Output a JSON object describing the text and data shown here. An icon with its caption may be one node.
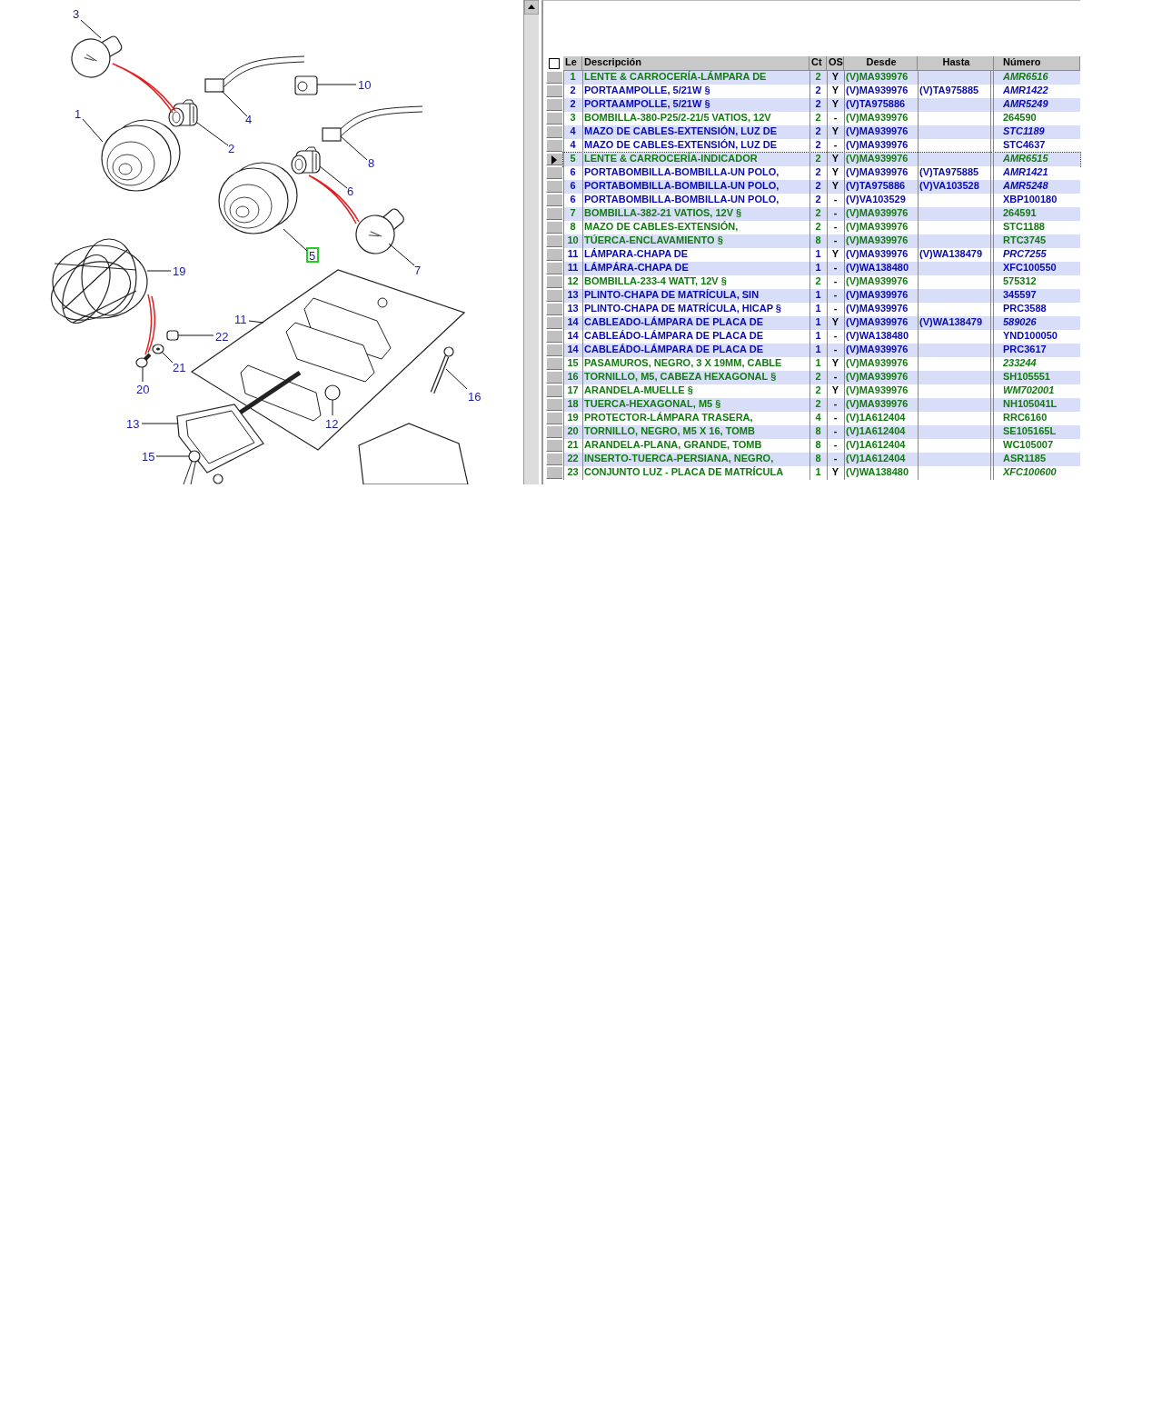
{
  "diagram": {
    "nodes": [
      {
        "text": [
          "3"
        ]
      },
      {
        "text": [],
        "shape": "picture"
      },
      {
        "text": [
          "1"
        ]
      },
      {
        "text": [],
        "shape": "picture"
      },
      {
        "text": [
          "4"
        ]
      },
      {
        "text": [],
        "shape": "picture"
      },
      {
        "text": [
          "2"
        ]
      },
      {
        "text": [],
        "shape": "picture"
      },
      {
        "text": [
          "10"
        ]
      },
      {
        "text": [],
        "shape": "picture"
      },
      {
        "text": [
          "8"
        ]
      },
      {
        "text": [],
        "shape": "picture"
      },
      {
        "text": [
          "6"
        ]
      },
      {
        "text": [],
        "shape": "picture"
      },
      {
        "text": [
          "5"
        ]
      },
      {
        "text": [],
        "shape": "picture"
      },
      {
        "text": [
          "7"
        ]
      },
      {
        "text": [],
        "shape": "picture"
      },
      {
        "text": [
          "19"
        ]
      },
      {
        "text": [],
        "shape": "picture"
      },
      {
        "text": [
          "11"
        ]
      },
      {
        "text": [],
        "shape": "picture"
      },
      {
        "text": [
          "22"
        ]
      },
      {
        "text": [],
        "shape": "picture"
      },
      {
        "text": [
          "21"
        ]
      },
      {
        "text": [],
        "shape": "picture"
      },
      {
        "text": [
          "20"
        ]
      },
      {
        "text": [],
        "shape": "picture"
      },
      {
        "text": [
          "16"
        ]
      },
      {
        "text": [],
        "shape": "picture"
      },
      {
        "text": [
          "12"
        ],
        "in": 21
      },
      {
        "text": [],
        "shape": "picture",
        "in": 21
      },
      {
        "text": [
          "13"
        ]
      },
      {
        "text": [],
        "shape": "picture"
      },
      {
        "text": [
          "15"
        ]
      },
      {
        "text": [],
        "shape": "picture"
      }
    ],
    "edges": [
      {
        "from": 0,
        "to": 1,
        "arrow": "none"
      },
      {
        "from": 2,
        "to": 3,
        "arrow": "none"
      },
      {
        "from": 4,
        "to": 5,
        "arrow": "none"
      },
      {
        "from": 6,
        "to": 7,
        "arrow": "none"
      },
      {
        "from": 8,
        "to": 9,
        "arrow": "none"
      },
      {
        "from": 10,
        "to": 11,
        "arrow": "none"
      },
      {
        "from": 12,
        "to": 13,
        "arrow": "none"
      },
      {
        "from": 14,
        "to": 15,
        "arrow": "none"
      },
      {
        "from": 16,
        "to": 17,
        "arrow": "none"
      },
      {
        "from": 18,
        "to": 19,
        "arrow": "none"
      },
      {
        "from": 20,
        "to": 21,
        "arrow": "none"
      },
      {
        "from": 22,
        "to": 23,
        "arrow": "none"
      },
      {
        "from": 24,
        "to": 25,
        "arrow": "none"
      },
      {
        "from": 26,
        "to": 27,
        "arrow": "none"
      },
      {
        "from": 28,
        "to": 29,
        "arrow": "none"
      },
      {
        "from": 30,
        "to": 31,
        "arrow": "none"
      },
      {
        "from": 32,
        "to": 33,
        "arrow": "none"
      },
      {
        "from": 34,
        "to": 35,
        "arrow": "none"
      },
      {
        "from": 1,
        "to": 7,
        "arrow": "none",
        "color": "#e02020"
      },
      {
        "from": 13,
        "to": 17,
        "arrow": "none",
        "color": "#e02020"
      },
      {
        "from": 19,
        "to": 27,
        "arrow": "none",
        "color": "#e02020"
      }
    ],
    "labels": [
      "Le",
      "Descripción",
      "Ct",
      "OS",
      "Desde",
      "Hasta",
      "Número",
      "1",
      "LENTE & CARROCERÍA-LÁMPARA DE",
      "2",
      "Y",
      "(V)MA939976",
      "AMR6516",
      "2",
      "PORTAAMPOLLE, 5/21W §",
      "2",
      "Y",
      "(V)MA939976",
      "(V)TA975885",
      "AMR1422",
      "2",
      "PORTAAMPOLLE, 5/21W §",
      "2",
      "Y",
      "(V)TA975886",
      "AMR5249",
      "3",
      "BOMBILLA-380-P25/2-21/5 VATIOS, 12V",
      "2",
      "-",
      "(V)MA939976",
      "264590",
      "4",
      "MAZO DE CABLES-EXTENSIÓN, LUZ DE",
      "2",
      "Y",
      "(V)MA939976",
      "STC1189",
      "4",
      "MAZO DE CABLES-EXTENSIÓN, LUZ DE",
      "2",
      "-",
      "(V)MA939976",
      "STC4637",
      "5",
      "LENTE & CARROCERÍA-INDICADOR",
      "2",
      "Y",
      "(V)MA939976",
      "AMR6515",
      "6",
      "PORTABOMBILLA-BOMBILLA-UN POLO,",
      "2",
      "Y",
      "(V)MA939976",
      "(V)TA975885",
      "AMR1421",
      "6",
      "PORTABOMBILLA-BOMBILLA-UN POLO,",
      "2",
      "Y",
      "(V)TA975886",
      "(V)VA103528",
      "AMR5248",
      "6",
      "PORTABOMBILLA-BOMBILLA-UN POLO,",
      "2",
      "-",
      "(V)VA103529",
      "XBP100180",
      "7",
      "BOMBILLA-382-21 VATIOS, 12V §",
      "2",
      "-",
      "(V)MA939976",
      "264591",
      "8",
      "MAZO DE CABLES-EXTENSIÓN,",
      "2",
      "-",
      "(V)MA939976",
      "STC1188",
      "10",
      "TÚERCA-ENCLAVAMIENTO §",
      "8",
      "-",
      "(V)MA939976",
      "RTC3745",
      "11",
      "LÁMPARA-CHAPA DE",
      "1",
      "Y",
      "(V)MA939976",
      "(V)WA138479",
      "PRC7255",
      "11",
      "LÁMPÁRA-CHAPA DE",
      "1",
      "-",
      "(V)WA138480",
      "XFC100550",
      "12",
      "BOMBILLA-233-4 WATT, 12V §",
      "2",
      "-",
      "(V)MA939976",
      "575312",
      "13",
      "PLINTO-CHAPA DE MATRÍCULA, SIN",
      "1",
      "-",
      "(V)MA939976",
      "345597",
      "13",
      "PLINTO-CHAPA DE MATRÍCULA, HICAP §",
      "1",
      "-",
      "(V)MA939976",
      "PRC3588",
      "14",
      "CABLEADO-LÁMPARA DE PLACA DE",
      "1",
      "Y",
      "(V)MA939976",
      "(V)WA138479",
      "589026",
      "14",
      "CABLEÁDO-LÁMPARA DE PLACA DE",
      "1",
      "-",
      "(V)WA138480",
      "YND100050",
      "14",
      "CABLEÁDO-LÁMPARA DE PLACA DE",
      "1",
      "-",
      "(V)MA939976",
      "PRC3617",
      "15",
      "PASAMUROS, NEGRO, 3 X 19MM, CABLE",
      "1",
      "Y",
      "(V)MA939976",
      "233244",
      "16",
      "TORNILLO, M5, CABEZA HEXAGONAL §",
      "2",
      "-",
      "(V)MA939976",
      "SH105551",
      "17",
      "ARANDELA-MUELLE §",
      "2",
      "Y",
      "(V)MA939976",
      "WM702001",
      "18",
      "TUERCA-HEXAGONAL, M5 §",
      "2",
      "-",
      "(V)MA939976",
      "NH105041L",
      "19",
      "PROTECTOR-LÁMPARA TRASERA,",
      "4",
      "-",
      "(V)1A612404",
      "RRC6160",
      "20",
      "TORNILLO, NEGRO, M5 X 16, TOMB",
      "8",
      "-",
      "(V)1A612404",
      "SE105165L",
      "21",
      "ARANDELA-PLANA, GRANDE, TOMB",
      "8",
      "-",
      "(V)1A612404",
      "WC105007",
      "22",
      "INSERTO-TUERCA-PERSIANA, NEGRO,",
      "8",
      "-",
      "(V)1A612404",
      "ASR1185",
      "23",
      "CONJUNTO LUZ - PLACA DE MATRÍCULA",
      "1",
      "Y",
      "(V)WA138480",
      "XFC100600"
    ]
  }
}
